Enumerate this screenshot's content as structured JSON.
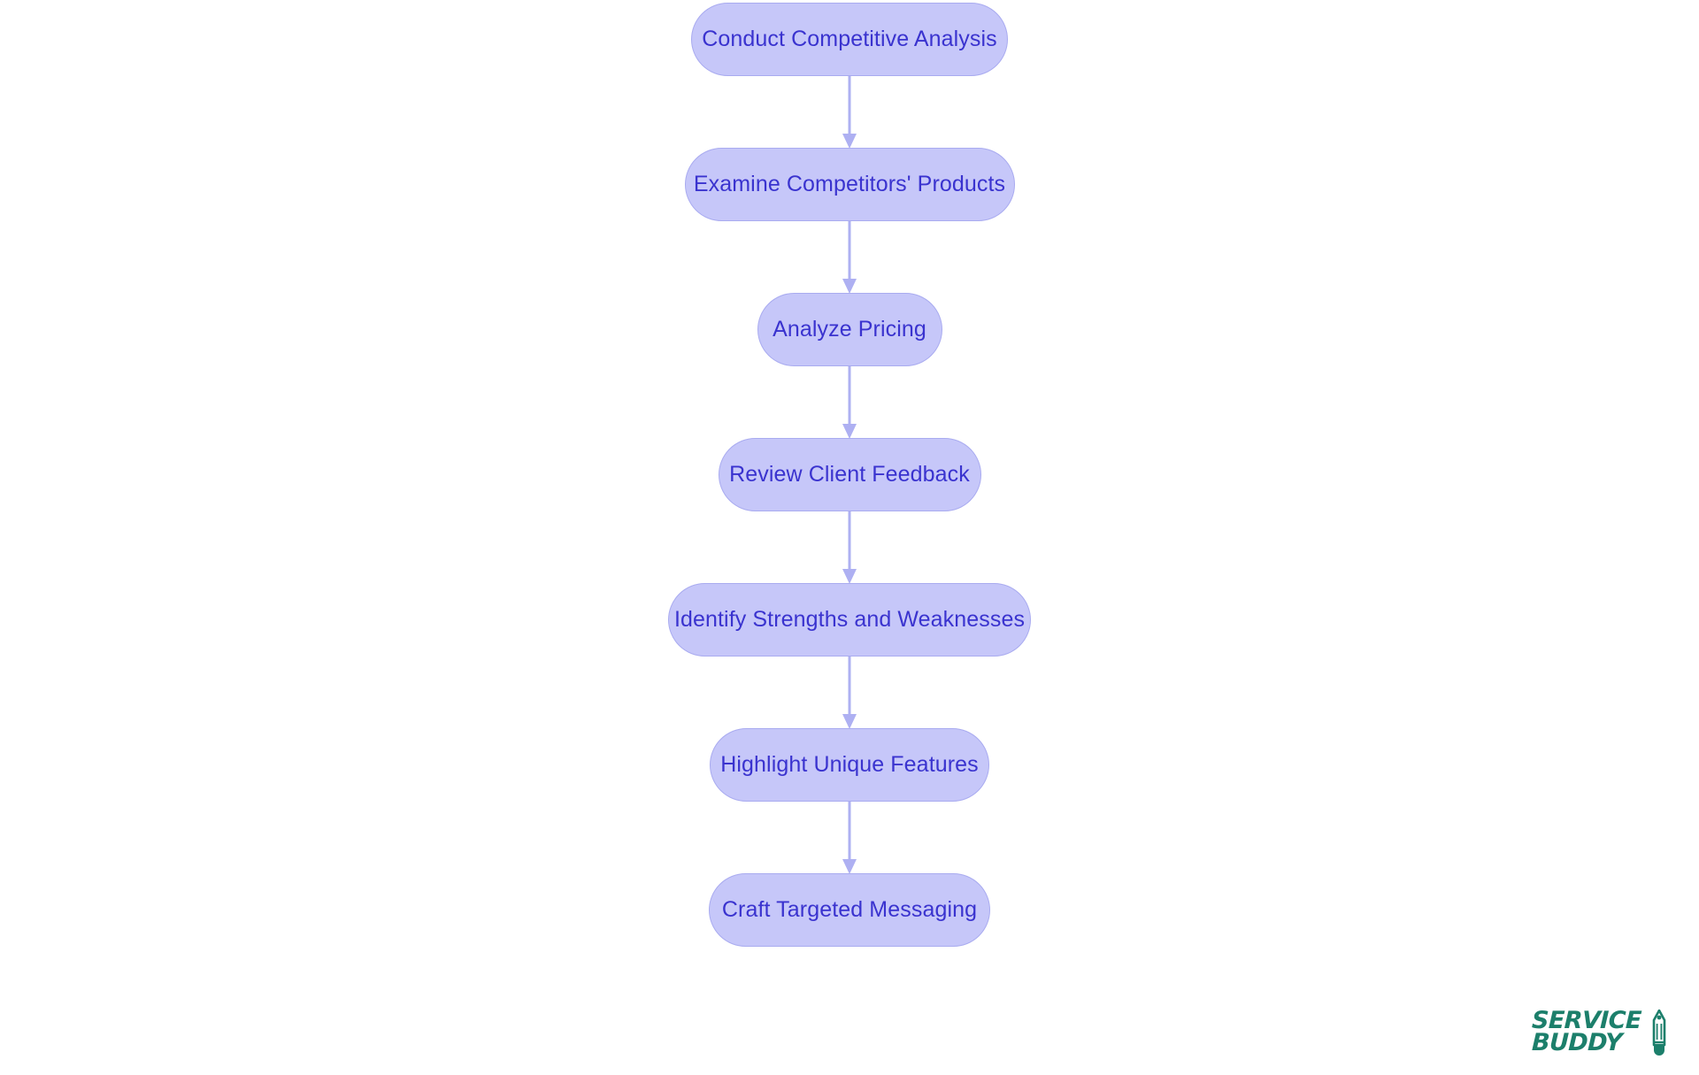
{
  "diagram": {
    "type": "flowchart",
    "orientation": "vertical-top-to-bottom",
    "background_color": "#ffffff",
    "node_fill_color": "#c6c7f9",
    "node_border_color": "#a9abf0",
    "node_text_color": "#3a33cf",
    "connector_color": "#aeb0f2",
    "nodes": [
      {
        "id": "n0",
        "label": "Conduct Competitive Analysis"
      },
      {
        "id": "n1",
        "label": "Examine Competitors' Products"
      },
      {
        "id": "n2",
        "label": "Analyze Pricing"
      },
      {
        "id": "n3",
        "label": "Review Client Feedback"
      },
      {
        "id": "n4",
        "label": "Identify Strengths and Weaknesses"
      },
      {
        "id": "n5",
        "label": "Highlight Unique Features"
      },
      {
        "id": "n6",
        "label": "Craft Targeted Messaging"
      }
    ],
    "edges": [
      {
        "from": "n0",
        "to": "n1",
        "label": ""
      },
      {
        "from": "n1",
        "to": "n2",
        "label": ""
      },
      {
        "from": "n2",
        "to": "n3",
        "label": ""
      },
      {
        "from": "n3",
        "to": "n4",
        "label": ""
      },
      {
        "from": "n4",
        "to": "n5",
        "label": ""
      },
      {
        "from": "n5",
        "to": "n6",
        "label": ""
      }
    ]
  },
  "branding": {
    "line1": "SERVICE",
    "line2": "BUDDY",
    "color": "#1c7f6b",
    "icon": "pencil-icon"
  }
}
